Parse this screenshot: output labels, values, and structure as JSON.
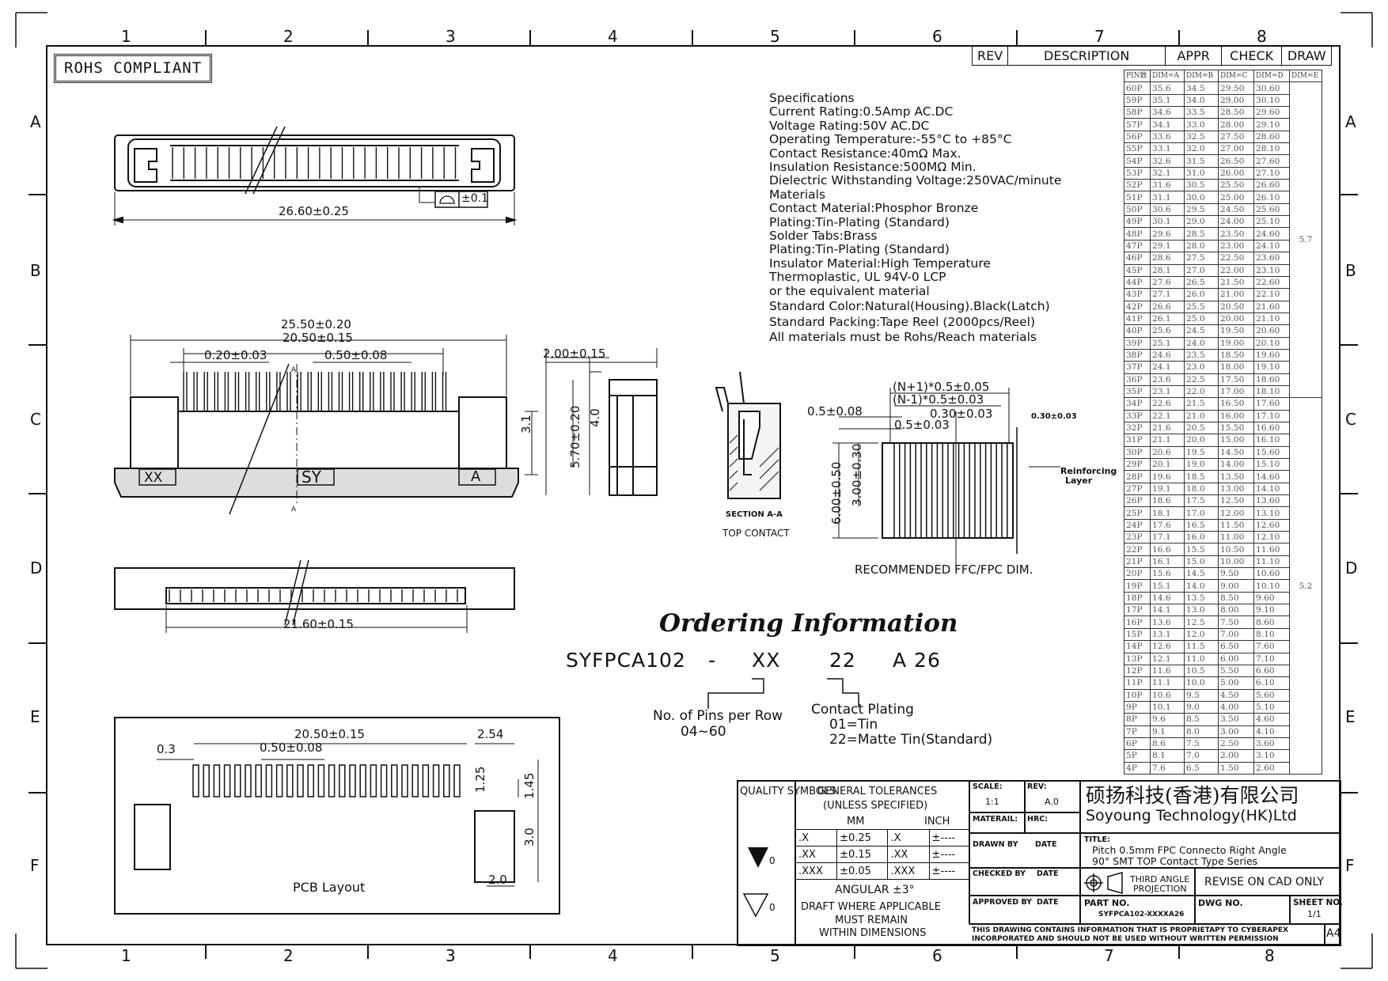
{
  "zones": {
    "columns": [
      "1",
      "2",
      "3",
      "4",
      "5",
      "6",
      "7",
      "8"
    ],
    "rows": [
      "A",
      "B",
      "C",
      "D",
      "E",
      "F"
    ]
  },
  "rohs": "ROHS COMPLIANT",
  "rev_header": {
    "rev": "REV",
    "description": "DESCRIPTION",
    "appr": "APPR",
    "check": "CHECK",
    "draw": "DRAW"
  },
  "specifications": [
    "Specifications",
    "Current Rating:0.5Amp AC.DC",
    "Voltage Rating:50V AC.DC",
    "Operating Temperature:-55°C to +85°C",
    "Contact Resistance:40mΩ Max.",
    "Insulation Resistance:500MΩ Min.",
    "Dielectric Withstanding Voltage:250VAC/minute",
    "Materials",
    "Contact Material:Phosphor Bronze",
    "Plating:Tin-Plating (Standard)",
    "Solder Tabs:Brass",
    "Plating:Tin-Plating (Standard)",
    "Insulator Material:High Temperature",
    "Thermoplastic, UL 94V-0 LCP",
    "or the equivalent material",
    "Standard Color:Natural(Housing).Black(Latch)",
    "Standard Packing:Tape Reel (2000pcs/Reel)",
    "All materials must be Rohs/Reach materials"
  ],
  "dims": {
    "top_width": "26.60±0.25",
    "flatness": "±0.1",
    "front_overall": "25.50±0.20",
    "front_pitch_span": "20.50±0.15",
    "front_pin_w": "0.20±0.03",
    "front_pitch": "0.50±0.08",
    "front_h": "3.1",
    "side_depth": "2.00±0.15",
    "side_h1": "5.70±0.20",
    "side_h2": "4.0",
    "bottom_width": "21.60±0.15",
    "ffc_total": "(N+1)*0.5±0.05",
    "ffc_inner": "(N-1)*0.5±0.03",
    "ffc_trace": "0.30±0.03",
    "ffc_pitch": "0.5±0.03",
    "ffc_edge": "0.5±0.08",
    "ffc_reinf": "0.30±0.03",
    "ffc_h1": "6.00±0.50",
    "ffc_h2": "3.00±0.30",
    "pcb_span": "20.50±0.15",
    "pcb_03": "0.3",
    "pcb_pitch": "0.50±0.08",
    "pcb_254": "2.54",
    "pcb_125": "1.25",
    "pcb_145": "1.45",
    "pcb_30": "3.0",
    "pcb_20": "2.0"
  },
  "labels": {
    "xx": "XX",
    "sy": "SY",
    "a": "A",
    "section_a": "A",
    "section": "SECTION A-A",
    "top_contact": "TOP CONTACT",
    "reinforcing": "Reinforcing",
    "layer": "Layer",
    "recommended": "RECOMMENDED FFC/FPC DIM.",
    "pcb_layout": "PCB Layout"
  },
  "ordering": {
    "title": "Ordering Information",
    "code_a": "SYFPCA102",
    "dash": "-",
    "code_b": "XX",
    "code_c": "22",
    "code_d": "A 26",
    "pins_label": "No. of Pins per Row",
    "pins_range": "04~60",
    "plating_label": "Contact Plating",
    "plating_1": "01=Tin",
    "plating_2": "22=Matte Tin(Standard)"
  },
  "pin_table": {
    "headers": [
      "PIN数",
      "DIM=A",
      "DIM=B",
      "DIM=C",
      "DIM=D",
      "DIM=E"
    ],
    "rows": [
      [
        "60P",
        "35.6",
        "34.5",
        "29.50",
        "30.60"
      ],
      [
        "59P",
        "35.1",
        "34.0",
        "29.00",
        "30.10"
      ],
      [
        "58P",
        "34.6",
        "33.5",
        "28.50",
        "29.60"
      ],
      [
        "57P",
        "34.1",
        "33.0",
        "28.00",
        "29.10"
      ],
      [
        "56P",
        "33.6",
        "32.5",
        "27.50",
        "28.60"
      ],
      [
        "55P",
        "33.1",
        "32.0",
        "27.00",
        "28.10"
      ],
      [
        "54P",
        "32.6",
        "31.5",
        "26.50",
        "27.60"
      ],
      [
        "53P",
        "32.1",
        "31.0",
        "26.00",
        "27.10"
      ],
      [
        "52P",
        "31.6",
        "30.5",
        "25.50",
        "26.60"
      ],
      [
        "51P",
        "31.1",
        "30.0",
        "25.00",
        "26.10"
      ],
      [
        "50P",
        "30.6",
        "29.5",
        "24.50",
        "25.60"
      ],
      [
        "49P",
        "30.1",
        "29.0",
        "24.00",
        "25.10"
      ],
      [
        "48P",
        "29.6",
        "28.5",
        "23.50",
        "24.60"
      ],
      [
        "47P",
        "29.1",
        "28.0",
        "23.00",
        "24.10"
      ],
      [
        "46P",
        "28.6",
        "27.5",
        "22.50",
        "23.60"
      ],
      [
        "45P",
        "28.1",
        "27.0",
        "22.00",
        "23.10"
      ],
      [
        "44P",
        "27.6",
        "26.5",
        "21.50",
        "22.60"
      ],
      [
        "43P",
        "27.1",
        "26.0",
        "21.00",
        "22.10"
      ],
      [
        "42P",
        "26.6",
        "25.5",
        "20.50",
        "21.60"
      ],
      [
        "41P",
        "26.1",
        "25.0",
        "20.00",
        "21.10"
      ],
      [
        "40P",
        "25.6",
        "24.5",
        "19.50",
        "20.60"
      ],
      [
        "39P",
        "25.1",
        "24.0",
        "19.00",
        "20.10"
      ],
      [
        "38P",
        "24.6",
        "23.5",
        "18.50",
        "19.60"
      ],
      [
        "37P",
        "24.1",
        "23.0",
        "18.00",
        "19.10"
      ],
      [
        "36P",
        "23.6",
        "22.5",
        "17.50",
        "18.60"
      ],
      [
        "35P",
        "23.1",
        "22.0",
        "17.00",
        "18.10"
      ],
      [
        "34P",
        "22.6",
        "21.5",
        "16.50",
        "17.60"
      ],
      [
        "33P",
        "22.1",
        "21.0",
        "16.00",
        "17.10"
      ],
      [
        "32P",
        "21.6",
        "20.5",
        "15.50",
        "16.60"
      ],
      [
        "31P",
        "21.1",
        "20.0",
        "15.00",
        "16.10"
      ],
      [
        "30P",
        "20.6",
        "19.5",
        "14.50",
        "15.60"
      ],
      [
        "29P",
        "20.1",
        "19.0",
        "14.00",
        "15.10"
      ],
      [
        "28P",
        "19.6",
        "18.5",
        "13.50",
        "14.60"
      ],
      [
        "27P",
        "19.1",
        "18.0",
        "13.00",
        "14.10"
      ],
      [
        "26P",
        "18.6",
        "17.5",
        "12.50",
        "13.60"
      ],
      [
        "25P",
        "18.1",
        "17.0",
        "12.00",
        "13.10"
      ],
      [
        "24P",
        "17.6",
        "16.5",
        "11.50",
        "12.60"
      ],
      [
        "23P",
        "17.1",
        "16.0",
        "11.00",
        "12.10"
      ],
      [
        "22P",
        "16.6",
        "15.5",
        "10.50",
        "11.60"
      ],
      [
        "21P",
        "16.1",
        "15.0",
        "10.00",
        "11.10"
      ],
      [
        "20P",
        "15.6",
        "14.5",
        "9.50",
        "10.60"
      ],
      [
        "19P",
        "15.1",
        "14.0",
        "9.00",
        "10.10"
      ],
      [
        "18P",
        "14.6",
        "13.5",
        "8.50",
        "9.60"
      ],
      [
        "17P",
        "14.1",
        "13.0",
        "8.00",
        "9.10"
      ],
      [
        "16P",
        "13.6",
        "12.5",
        "7.50",
        "8.60"
      ],
      [
        "15P",
        "13.1",
        "12.0",
        "7.00",
        "8.10"
      ],
      [
        "14P",
        "12.6",
        "11.5",
        "6.50",
        "7.60"
      ],
      [
        "13P",
        "12.1",
        "11.0",
        "6.00",
        "7.10"
      ],
      [
        "12P",
        "11.6",
        "10.5",
        "5.50",
        "6.60"
      ],
      [
        "11P",
        "11.1",
        "10.0",
        "5.00",
        "6.10"
      ],
      [
        "10P",
        "10.6",
        "9.5",
        "4.50",
        "5.60"
      ],
      [
        "9P",
        "10.1",
        "9.0",
        "4.00",
        "5.10"
      ],
      [
        "8P",
        "9.6",
        "8.5",
        "3.50",
        "4.60"
      ],
      [
        "7P",
        "9.1",
        "8.0",
        "3.00",
        "4.10"
      ],
      [
        "6P",
        "8.6",
        "7.5",
        "2.50",
        "3.60"
      ],
      [
        "5P",
        "8.1",
        "7.0",
        "2.00",
        "3.10"
      ],
      [
        "4P",
        "7.6",
        "6.5",
        "1.50",
        "2.60"
      ]
    ],
    "dim_e_upper": "5.7",
    "dim_e_lower": "5.2"
  },
  "title_block": {
    "quality_symbols": "QUALITY SYMBOLS",
    "general_tol": "GENERAL TOLERANCES",
    "unless": "(UNLESS SPECIFIED)",
    "mm": "MM",
    "inch": "INCH",
    "tol_rows": [
      [
        ".X",
        "±0.25",
        ".X",
        "±----"
      ],
      [
        ".XX",
        "±0.15",
        ".XX",
        "±----"
      ],
      [
        ".XXX",
        "±0.05",
        ".XXX",
        "±----"
      ]
    ],
    "angular": "ANGULAR ±3°",
    "draft1": "DRAFT WHERE APPLICABLE",
    "draft2": "MUST REMAIN",
    "draft3": "WITHIN DIMENSIONS",
    "sym1": "0",
    "sym2": "0",
    "scale_label": "SCALE:",
    "scale": "1:1",
    "rev_label": "REV:",
    "rev": "A.0",
    "material_label": "MATERAIL:",
    "hrc_label": "HRC:",
    "drawn_by": "DRAWN BY",
    "checked_by": "CHECKED BY",
    "approved_by": "APPROVED BY",
    "date": "DATE",
    "company_cn": "硕扬科技(香港)有限公司",
    "company_en": "Soyoung Technology(HK)Ltd",
    "title_label": "TITLE:",
    "title1": "Pitch 0.5mm FPC Connecto Right Angle",
    "title2": "90° SMT TOP Contact Type Series",
    "projection1": "THIRD ANGLE",
    "projection2": "PROJECTION",
    "revise": "REVISE ON CAD ONLY",
    "part_no_label": "PART NO.",
    "part_no": "SYFPCA102-XXXXA26",
    "dwg_no_label": "DWG NO.",
    "sheet_no_label": "SHEET NO.",
    "sheet": "1/1",
    "notice1": "THIS DRAWING CONTAINS INFORMATION THAT IS PROPRIETAPY TO CYBERAPEX",
    "notice2": "INCORPORATED AND SHOULD NOT BE USED WITHOUT WRITTEN PERMISSION",
    "size": "A4"
  }
}
